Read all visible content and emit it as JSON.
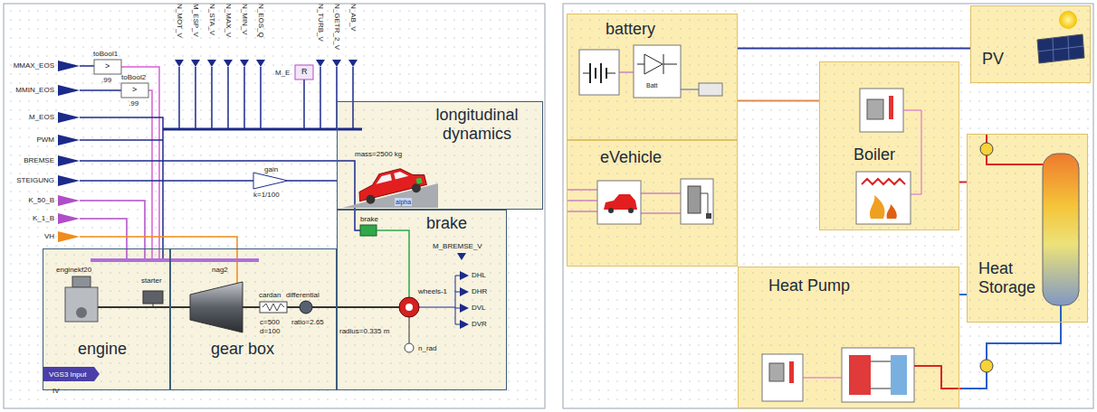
{
  "diagram": {
    "nodes": [
      {
        "text": [
          "longitudinal dynamics"
        ]
      },
      {
        "text": [
          "brake"
        ]
      },
      {
        "text": [
          "engine"
        ]
      },
      {
        "text": [
          "gear box"
        ]
      },
      {
        "text": [
          "battery"
        ]
      },
      {
        "text": [
          "PV"
        ]
      },
      {
        "text": [
          "eVehicle"
        ]
      },
      {
        "text": [
          "Boiler"
        ]
      },
      {
        "text": [
          "Heat Storage"
        ]
      },
      {
        "text": [
          "Heat Pump"
        ]
      }
    ],
    "edges": [
      {
        "from": 4,
        "to": 5,
        "arrow": "none"
      },
      {
        "from": 4,
        "to": 7,
        "arrow": "none"
      },
      {
        "from": 7,
        "to": 8,
        "arrow": "none"
      },
      {
        "from": 9,
        "to": 8,
        "arrow": "none"
      }
    ],
    "labels": [
      "MMAX_EOS",
      "MMIN_EOS",
      "M_EOS",
      "PWM",
      "BREMSE",
      "STEIGUNG",
      "K_50_B",
      "K_1_B",
      "VH",
      "toBool1",
      ">",
      ".99",
      "toBool2",
      ">",
      ".99",
      "N_MOT_V",
      "M_ESP_V",
      "N_STA_V",
      "N_MAX_V",
      "N_MIN_V",
      "N_EOS_Q",
      "N_TURB_V",
      "N_GETR_2_V",
      "N_AB_V",
      "M_E",
      "R",
      "gain",
      "k=1/100",
      "mass=2500 kg",
      "alpha",
      "brake",
      "M_BREMSE_V",
      "DHL",
      "DHR",
      "DVL",
      "DVR",
      "wheels-1",
      "radius=0.335 m",
      "n_rad",
      "differential",
      "ratio=2.65",
      "cardan",
      "c=500",
      "d=100",
      "nag2",
      "enginekf20",
      "starter",
      "VGS3 Input",
      "IV",
      "Batt"
    ]
  }
}
